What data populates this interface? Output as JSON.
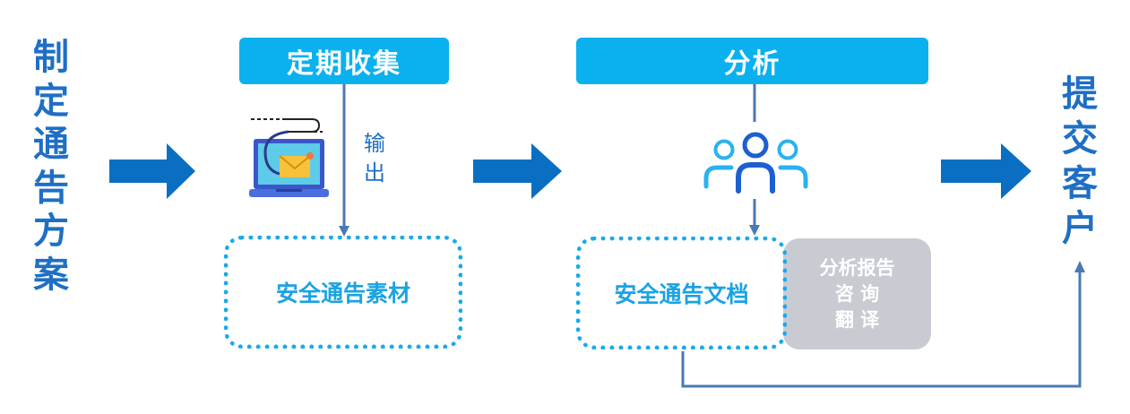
{
  "left_title": [
    "制",
    "定",
    "通",
    "告",
    "方",
    "案"
  ],
  "collect": {
    "title": "定期收集",
    "output_label": [
      "输",
      "出"
    ],
    "material_box": "安全通告素材"
  },
  "analysis": {
    "title": "分析",
    "doc_box": "安全通告文档",
    "services": [
      "分析报告",
      "咨 询",
      "翻 译"
    ]
  },
  "right_title": [
    "提",
    "交",
    "客",
    "户"
  ],
  "colors": {
    "accent": "#0ab1ee",
    "arrow": "#0a6fc2",
    "title_text": "#1f6fc4",
    "line": "#4a7ab2",
    "dotted_border": "#19aaea",
    "gray_box": "#c9cbd3"
  },
  "icons": [
    "laptop-email-icon",
    "team-people-icon"
  ]
}
